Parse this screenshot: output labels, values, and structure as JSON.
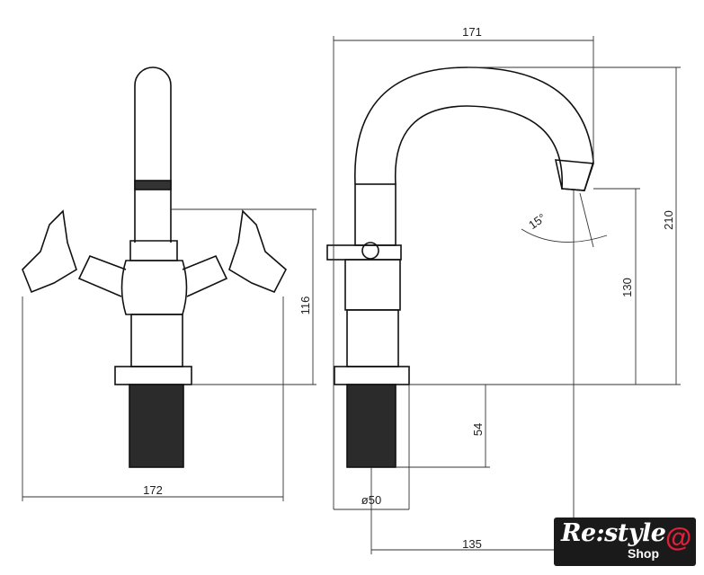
{
  "drawing": {
    "dimensions": {
      "front_width": "172",
      "front_height": "116",
      "side_reach": "171",
      "total_height": "210",
      "spout_height": "130",
      "shank_length": "54",
      "shank_diameter": "ø50",
      "spout_offset": "135",
      "swivel_angle": "15°"
    }
  },
  "logo": {
    "main": "Re:style",
    "sub": "Shop",
    "accent": "#e0203a"
  }
}
